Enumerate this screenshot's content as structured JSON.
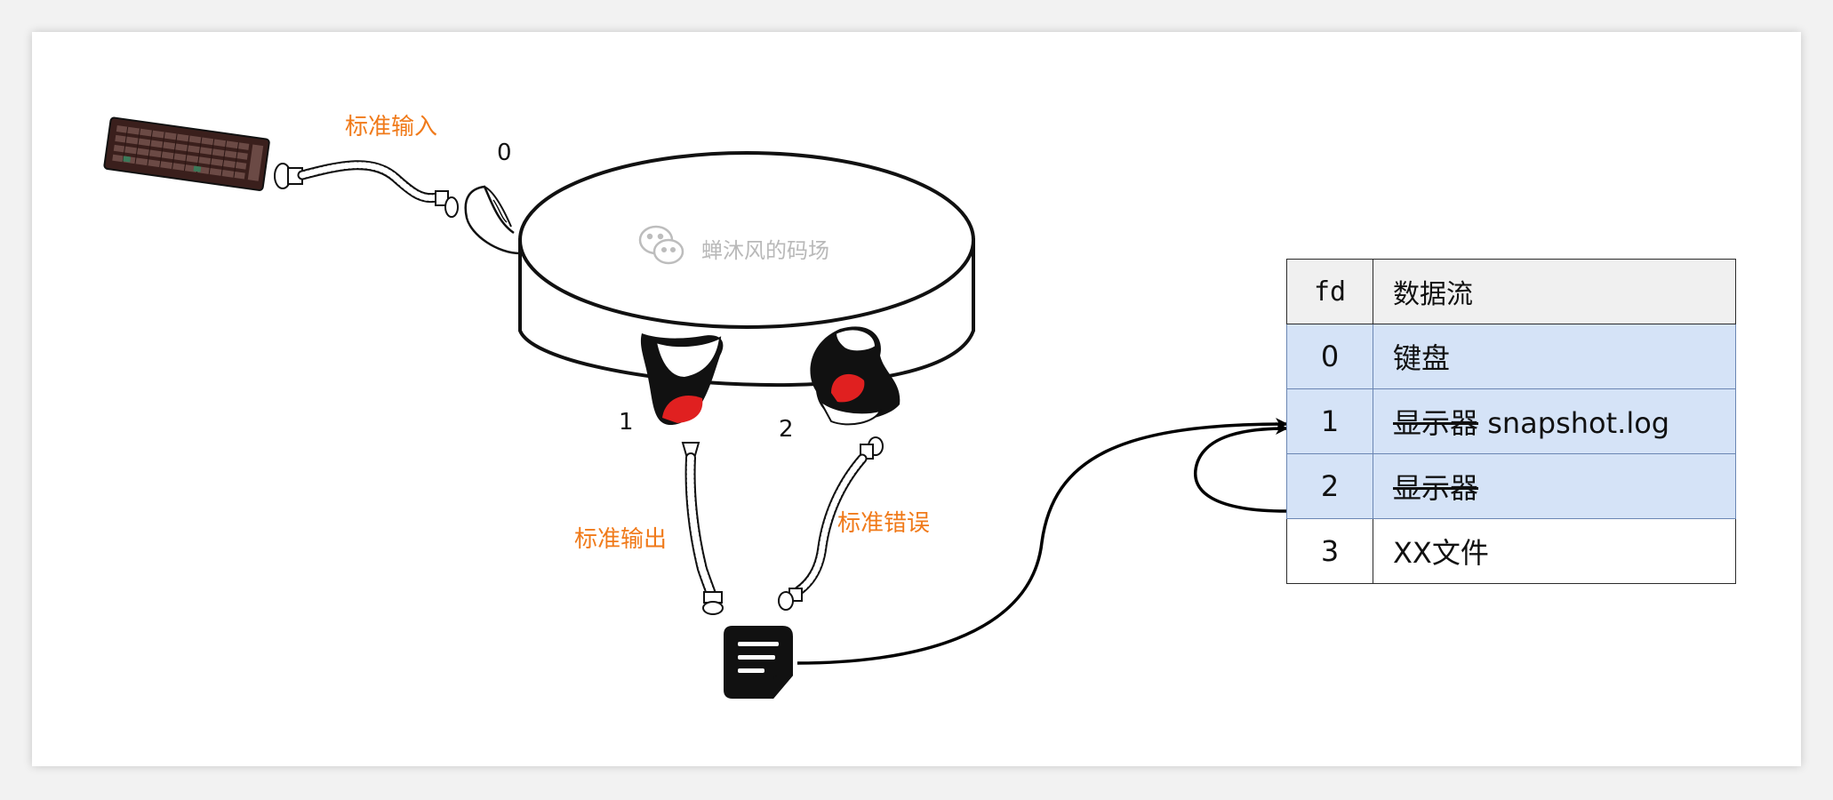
{
  "labels": {
    "stdin": "标准输入",
    "stdout": "标准输出",
    "stderr": "标准错误",
    "fd0": "0",
    "fd1": "1",
    "fd2": "2"
  },
  "watermark": "蝉沐风的码场",
  "table": {
    "headers": [
      "fd",
      "数据流"
    ],
    "rows": [
      {
        "fd": "0",
        "stream_main": "键盘",
        "stream_extra": "",
        "highlighted": true
      },
      {
        "fd": "1",
        "stream_main": "显示器",
        "stream_extra": " snapshot.log",
        "highlighted": true
      },
      {
        "fd": "2",
        "stream_main": "显示器",
        "stream_extra": "",
        "highlighted": true
      },
      {
        "fd": "3",
        "stream_main": "XX文件",
        "stream_extra": "",
        "highlighted": false
      }
    ]
  },
  "colors": {
    "orange": "#f07a1a",
    "highlight": "#d5e3f7",
    "header_bg": "#f0f0f0",
    "mouth_red": "#e02020"
  },
  "icons": [
    "keyboard-icon",
    "ear-icon",
    "mouth-icon",
    "file-icon",
    "wechat-icon",
    "cable-icon"
  ]
}
